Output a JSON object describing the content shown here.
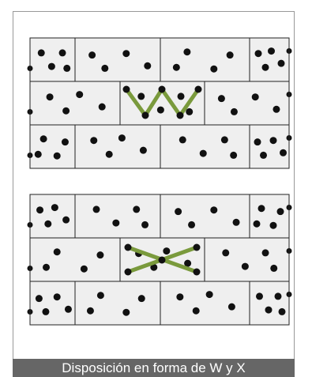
{
  "caption": "Disposición en forma de W y X",
  "colors": {
    "brick_fill": "#efefef",
    "mortar_line": "#222222",
    "dot": "#111111",
    "pattern_line": "#7a9a3c",
    "caption_bg": "#666666",
    "caption_text": "#ffffff",
    "frame_border": "#999999"
  },
  "panels": [
    {
      "name": "w-pattern-panel",
      "pattern": "W"
    },
    {
      "name": "x-pattern-panel",
      "pattern": "X"
    }
  ]
}
